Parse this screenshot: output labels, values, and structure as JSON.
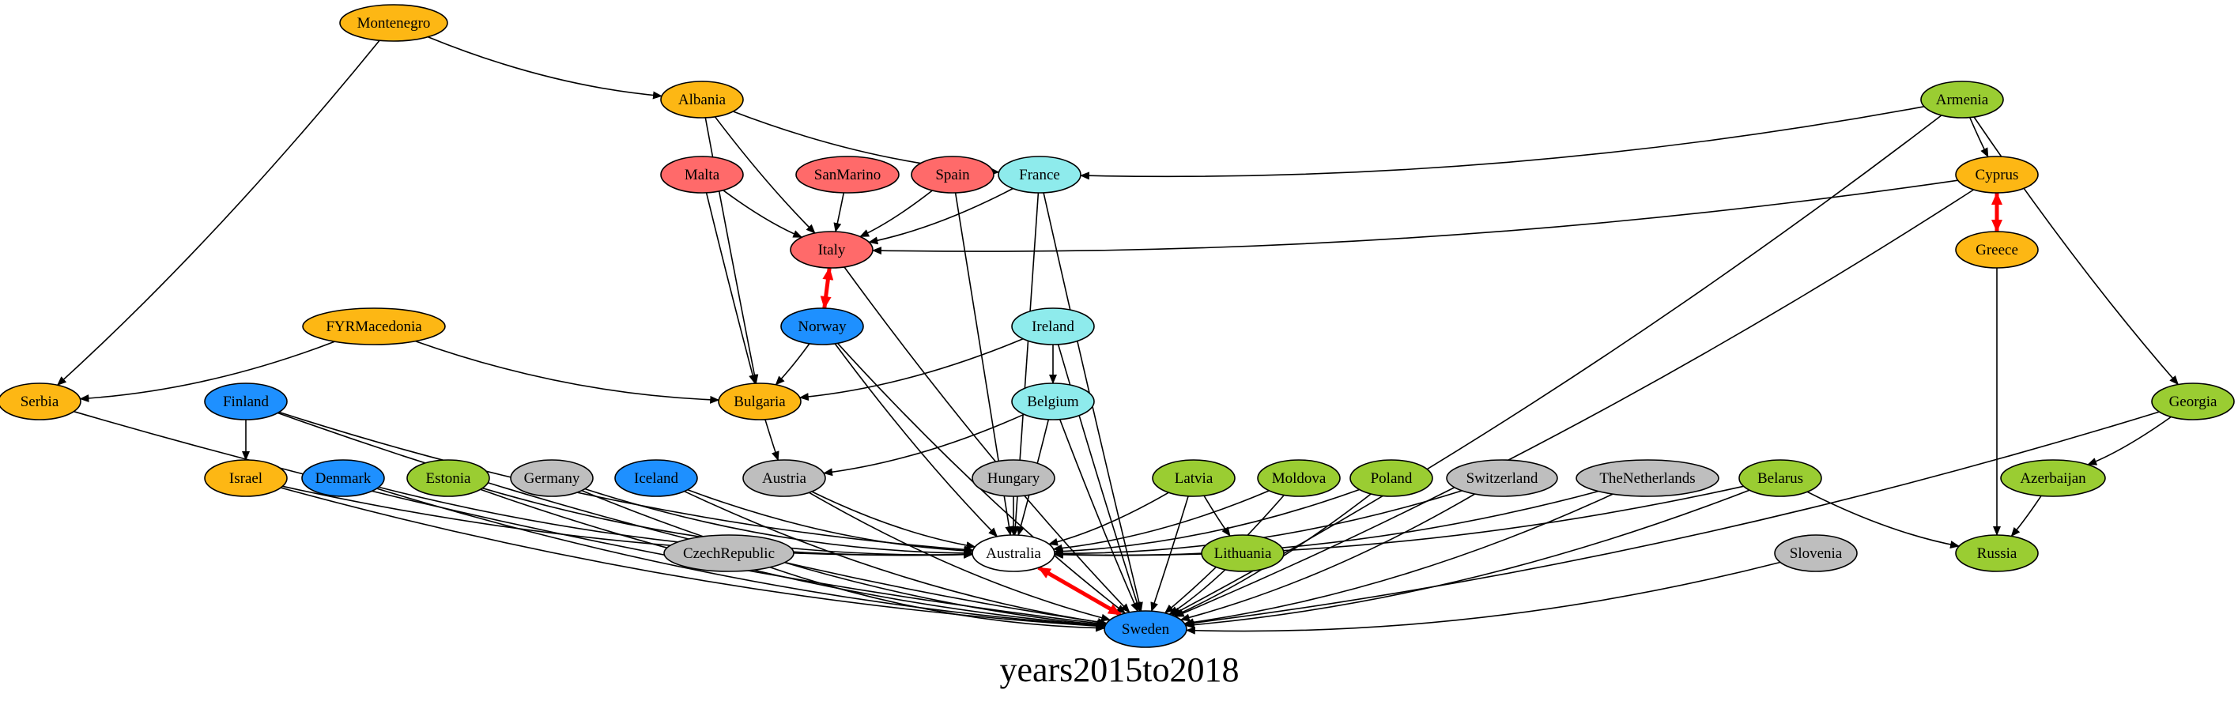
{
  "title": "years2015to2018",
  "colors": {
    "orange": "#FDB714",
    "green": "#9ACD32",
    "red": "#FF6A6A",
    "blue": "#1E90FF",
    "cyan": "#8EEBEC",
    "gray": "#BEBEBE",
    "white": "#FFFFFF",
    "edge": "#000000",
    "mutual": "#FF0000"
  },
  "nodes": [
    {
      "id": "Montenegro",
      "label": "Montenegro",
      "color": "orange"
    },
    {
      "id": "Albania",
      "label": "Albania",
      "color": "orange"
    },
    {
      "id": "Armenia",
      "label": "Armenia",
      "color": "green"
    },
    {
      "id": "Malta",
      "label": "Malta",
      "color": "red"
    },
    {
      "id": "SanMarino",
      "label": "SanMarino",
      "color": "red"
    },
    {
      "id": "Spain",
      "label": "Spain",
      "color": "red"
    },
    {
      "id": "France",
      "label": "France",
      "color": "cyan"
    },
    {
      "id": "Cyprus",
      "label": "Cyprus",
      "color": "orange"
    },
    {
      "id": "Italy",
      "label": "Italy",
      "color": "red"
    },
    {
      "id": "Greece",
      "label": "Greece",
      "color": "orange"
    },
    {
      "id": "FYRMacedonia",
      "label": "FYRMacedonia",
      "color": "orange"
    },
    {
      "id": "Norway",
      "label": "Norway",
      "color": "blue"
    },
    {
      "id": "Ireland",
      "label": "Ireland",
      "color": "cyan"
    },
    {
      "id": "Serbia",
      "label": "Serbia",
      "color": "orange"
    },
    {
      "id": "Finland",
      "label": "Finland",
      "color": "blue"
    },
    {
      "id": "Bulgaria",
      "label": "Bulgaria",
      "color": "orange"
    },
    {
      "id": "Belgium",
      "label": "Belgium",
      "color": "cyan"
    },
    {
      "id": "Georgia",
      "label": "Georgia",
      "color": "green"
    },
    {
      "id": "Israel",
      "label": "Israel",
      "color": "orange"
    },
    {
      "id": "Denmark",
      "label": "Denmark",
      "color": "blue"
    },
    {
      "id": "Estonia",
      "label": "Estonia",
      "color": "green"
    },
    {
      "id": "Germany",
      "label": "Germany",
      "color": "gray"
    },
    {
      "id": "Iceland",
      "label": "Iceland",
      "color": "blue"
    },
    {
      "id": "Austria",
      "label": "Austria",
      "color": "gray"
    },
    {
      "id": "Hungary",
      "label": "Hungary",
      "color": "gray"
    },
    {
      "id": "Latvia",
      "label": "Latvia",
      "color": "green"
    },
    {
      "id": "Moldova",
      "label": "Moldova",
      "color": "green"
    },
    {
      "id": "Poland",
      "label": "Poland",
      "color": "green"
    },
    {
      "id": "Switzerland",
      "label": "Switzerland",
      "color": "gray"
    },
    {
      "id": "TheNetherlands",
      "label": "TheNetherlands",
      "color": "gray"
    },
    {
      "id": "Belarus",
      "label": "Belarus",
      "color": "green"
    },
    {
      "id": "Azerbaijan",
      "label": "Azerbaijan",
      "color": "green"
    },
    {
      "id": "CzechRepublic",
      "label": "CzechRepublic",
      "color": "gray"
    },
    {
      "id": "Australia",
      "label": "Australia",
      "color": "white"
    },
    {
      "id": "Lithuania",
      "label": "Lithuania",
      "color": "green"
    },
    {
      "id": "Slovenia",
      "label": "Slovenia",
      "color": "gray"
    },
    {
      "id": "Russia",
      "label": "Russia",
      "color": "green"
    },
    {
      "id": "Sweden",
      "label": "Sweden",
      "color": "blue"
    }
  ],
  "edges": [
    {
      "from": "Montenegro",
      "to": "Albania"
    },
    {
      "from": "Montenegro",
      "to": "Serbia"
    },
    {
      "from": "Albania",
      "to": "France"
    },
    {
      "from": "Albania",
      "to": "Italy"
    },
    {
      "from": "Albania",
      "to": "Bulgaria"
    },
    {
      "from": "Armenia",
      "to": "France"
    },
    {
      "from": "Armenia",
      "to": "Cyprus"
    },
    {
      "from": "Armenia",
      "to": "Georgia"
    },
    {
      "from": "Armenia",
      "to": "Sweden"
    },
    {
      "from": "Malta",
      "to": "Italy"
    },
    {
      "from": "Malta",
      "to": "Bulgaria"
    },
    {
      "from": "SanMarino",
      "to": "Italy"
    },
    {
      "from": "Spain",
      "to": "Italy"
    },
    {
      "from": "Spain",
      "to": "Australia"
    },
    {
      "from": "France",
      "to": "Italy"
    },
    {
      "from": "France",
      "to": "Australia"
    },
    {
      "from": "France",
      "to": "Sweden"
    },
    {
      "from": "Cyprus",
      "to": "Italy"
    },
    {
      "from": "Cyprus",
      "to": "Sweden"
    },
    {
      "from": "Italy",
      "to": "Sweden"
    },
    {
      "from": "Greece",
      "to": "Russia"
    },
    {
      "from": "FYRMacedonia",
      "to": "Serbia"
    },
    {
      "from": "FYRMacedonia",
      "to": "Bulgaria"
    },
    {
      "from": "Norway",
      "to": "Bulgaria"
    },
    {
      "from": "Norway",
      "to": "Australia"
    },
    {
      "from": "Norway",
      "to": "Sweden"
    },
    {
      "from": "Ireland",
      "to": "Bulgaria"
    },
    {
      "from": "Ireland",
      "to": "Belgium"
    },
    {
      "from": "Ireland",
      "to": "Sweden"
    },
    {
      "from": "Serbia",
      "to": "Sweden"
    },
    {
      "from": "Finland",
      "to": "Israel"
    },
    {
      "from": "Finland",
      "to": "Australia"
    },
    {
      "from": "Finland",
      "to": "Sweden"
    },
    {
      "from": "Bulgaria",
      "to": "Austria"
    },
    {
      "from": "Belgium",
      "to": "Austria"
    },
    {
      "from": "Belgium",
      "to": "Australia"
    },
    {
      "from": "Belgium",
      "to": "Sweden"
    },
    {
      "from": "Georgia",
      "to": "Azerbaijan"
    },
    {
      "from": "Georgia",
      "to": "Sweden"
    },
    {
      "from": "Israel",
      "to": "Australia"
    },
    {
      "from": "Israel",
      "to": "Sweden"
    },
    {
      "from": "Denmark",
      "to": "Australia"
    },
    {
      "from": "Denmark",
      "to": "Sweden"
    },
    {
      "from": "Estonia",
      "to": "Australia"
    },
    {
      "from": "Estonia",
      "to": "Sweden"
    },
    {
      "from": "Germany",
      "to": "Australia"
    },
    {
      "from": "Germany",
      "to": "Sweden"
    },
    {
      "from": "Iceland",
      "to": "Australia"
    },
    {
      "from": "Iceland",
      "to": "Sweden"
    },
    {
      "from": "Austria",
      "to": "Australia"
    },
    {
      "from": "Austria",
      "to": "Sweden"
    },
    {
      "from": "Hungary",
      "to": "Australia"
    },
    {
      "from": "Latvia",
      "to": "Australia"
    },
    {
      "from": "Latvia",
      "to": "Lithuania"
    },
    {
      "from": "Latvia",
      "to": "Sweden"
    },
    {
      "from": "Moldova",
      "to": "Australia"
    },
    {
      "from": "Moldova",
      "to": "Sweden"
    },
    {
      "from": "Poland",
      "to": "Australia"
    },
    {
      "from": "Poland",
      "to": "Sweden"
    },
    {
      "from": "Switzerland",
      "to": "Australia"
    },
    {
      "from": "Switzerland",
      "to": "Sweden"
    },
    {
      "from": "TheNetherlands",
      "to": "Australia"
    },
    {
      "from": "TheNetherlands",
      "to": "Sweden"
    },
    {
      "from": "Belarus",
      "to": "Australia"
    },
    {
      "from": "Belarus",
      "to": "Russia"
    },
    {
      "from": "Belarus",
      "to": "Sweden"
    },
    {
      "from": "Azerbaijan",
      "to": "Russia"
    },
    {
      "from": "CzechRepublic",
      "to": "Sweden"
    },
    {
      "from": "Lithuania",
      "to": "Sweden"
    },
    {
      "from": "Slovenia",
      "to": "Sweden"
    }
  ],
  "mutual_edges": [
    {
      "a": "Italy",
      "b": "Norway"
    },
    {
      "a": "Cyprus",
      "b": "Greece"
    },
    {
      "a": "Australia",
      "b": "Sweden"
    }
  ]
}
